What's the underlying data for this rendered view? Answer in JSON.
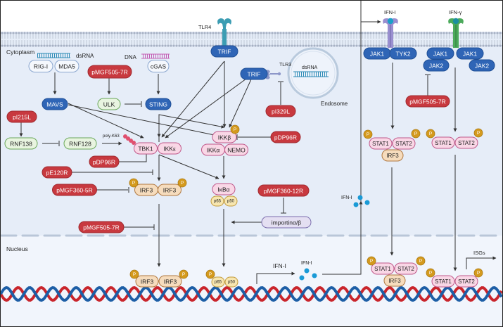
{
  "regions": {
    "cytoplasm": "Cytoplasm",
    "nucleus": "Nucleus",
    "endosome": "Endosome"
  },
  "colors": {
    "cytoplasm_bg": "#e6edf8",
    "nucleus_bg": "#f1f5fc",
    "viral_fill": "#c8393f",
    "host_blue": "#2f65b6",
    "host_green_fill": "#e8f4e0",
    "host_green_stroke": "#6aa85a",
    "pink_fill": "#f9d7e6",
    "pink_stroke": "#c0588a",
    "irf_fill": "#f6dcbd",
    "irf_stroke": "#b07840",
    "phospho": "#d49a1e",
    "dna_red": "#c9252c",
    "dna_blue": "#1d5ea6",
    "ifn_dot": "#1a9ad6",
    "tlr_teal": "#3c9db3",
    "ifnar_purple": "#9a8fd0",
    "ifngr_green": "#4caa5c"
  },
  "ligands": {
    "dsrna_cyto": "dsRNA",
    "dna": "DNA",
    "dsrna_endo": "dsRNA",
    "ifn_i_receptor": "IFN-I",
    "ifn_gamma": "IFN-γ",
    "ifn_i_secreted": "IFN-I",
    "ifn_i_nucleus": "IFN-I",
    "ifn_i_gene": "IFN-I",
    "isgs": "ISGs",
    "poly_k63": "poly-K63"
  },
  "receptors": {
    "tlr4": "TLR4",
    "tlr3": "TLR3"
  },
  "host_proteins": {
    "rig_i": "RIG-I",
    "mda5": "MDA5",
    "cgas": "cGAS",
    "mavs": "MAVS",
    "ulk": "ULK",
    "sting": "STING",
    "trif_tlr4": "TRIF",
    "trif_tlr3": "TRIF",
    "rnf138": "RNF138",
    "rnf128": "RNF128",
    "tbk1": "TBK1",
    "ikke": "IKKε",
    "ikkb": "IKKβ",
    "ikka": "IKKα",
    "nemo": "NEMO",
    "irf3_a": "IRF3",
    "irf3_b": "IRF3",
    "ikba": "IκBα",
    "p65": "p65",
    "p50": "p50",
    "importin": "importinα/β",
    "jak1_ifnar": "JAK1",
    "tyk2": "TYK2",
    "jak1_ifngr_a": "JAK1",
    "jak1_ifngr_b": "JAK1",
    "jak2_a": "JAK2",
    "jak2_b": "JAK2",
    "stat1_a": "STAT1",
    "stat2_a": "STAT2",
    "irf3_stat": "IRF3",
    "stat1_b": "STAT1",
    "stat2_b": "STAT2",
    "nuc_irf3_a": "IRF3",
    "nuc_irf3_b": "IRF3",
    "nuc_p65": "p65",
    "nuc_p50": "p50",
    "nuc_stat1_a": "STAT1",
    "nuc_stat2_a": "STAT2",
    "nuc_irf3_stat": "IRF3",
    "nuc_stat1_b": "STAT1",
    "nuc_stat2_b": "STAT2"
  },
  "viral_proteins": {
    "pmgf505_7r_ulk": "pMGF505-7R",
    "pi215l": "pI215L",
    "pi329l": "pI329L",
    "pdp96r_ikkb": "pDP96R",
    "pdp96r_tbk1": "pDP96R",
    "pe120r": "pE120R",
    "pmgf360_5r": "pMGF360-5R",
    "pmgf505_7r_irf3": "pMGF505-7R",
    "pmgf360_12r": "pMGF360-12R",
    "pmgf505_7r_jak": "pMGF505-7R"
  },
  "phospho_label": "P"
}
